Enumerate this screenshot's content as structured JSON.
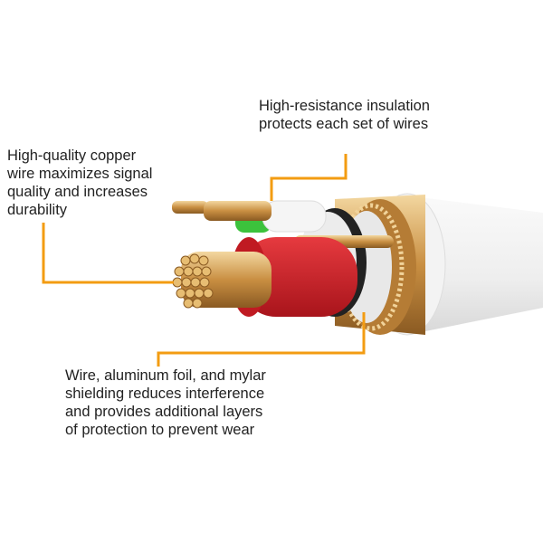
{
  "callouts": {
    "insulation": "High-resistance insulation\nprotects each set of wires",
    "copper": "High-quality copper\nwire maximizes signal\nquality and increases\ndurability",
    "shielding": "Wire, aluminum foil, and mylar\nshielding reduces interference\nand provides additional layers\nof protection to prevent wear"
  },
  "colors": {
    "accent": "#f39c12",
    "copper": "#d9a85a",
    "red": "#d0202a",
    "green": "#3cc23c"
  }
}
